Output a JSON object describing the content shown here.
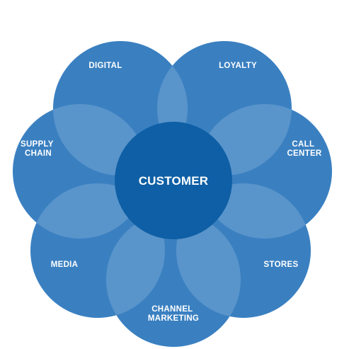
{
  "diagram": {
    "center": {
      "label": "CUSTOMER"
    },
    "petals": [
      {
        "id": "digital",
        "lines": [
          "DIGITAL"
        ]
      },
      {
        "id": "loyalty",
        "lines": [
          "LOYALTY"
        ]
      },
      {
        "id": "call-center",
        "lines": [
          "CALL",
          "CENTER"
        ]
      },
      {
        "id": "stores",
        "lines": [
          "STORES"
        ]
      },
      {
        "id": "channel-marketing",
        "lines": [
          "CHANNEL",
          "MARKETING"
        ]
      },
      {
        "id": "media",
        "lines": [
          "MEDIA"
        ]
      },
      {
        "id": "supply-chain",
        "lines": [
          "SUPPLY",
          "CHAIN"
        ]
      }
    ]
  },
  "colors": {
    "petal_fill": "#3a80c1",
    "petal_overlay": "#ffffff",
    "center_fill": "#0e5fa5"
  }
}
